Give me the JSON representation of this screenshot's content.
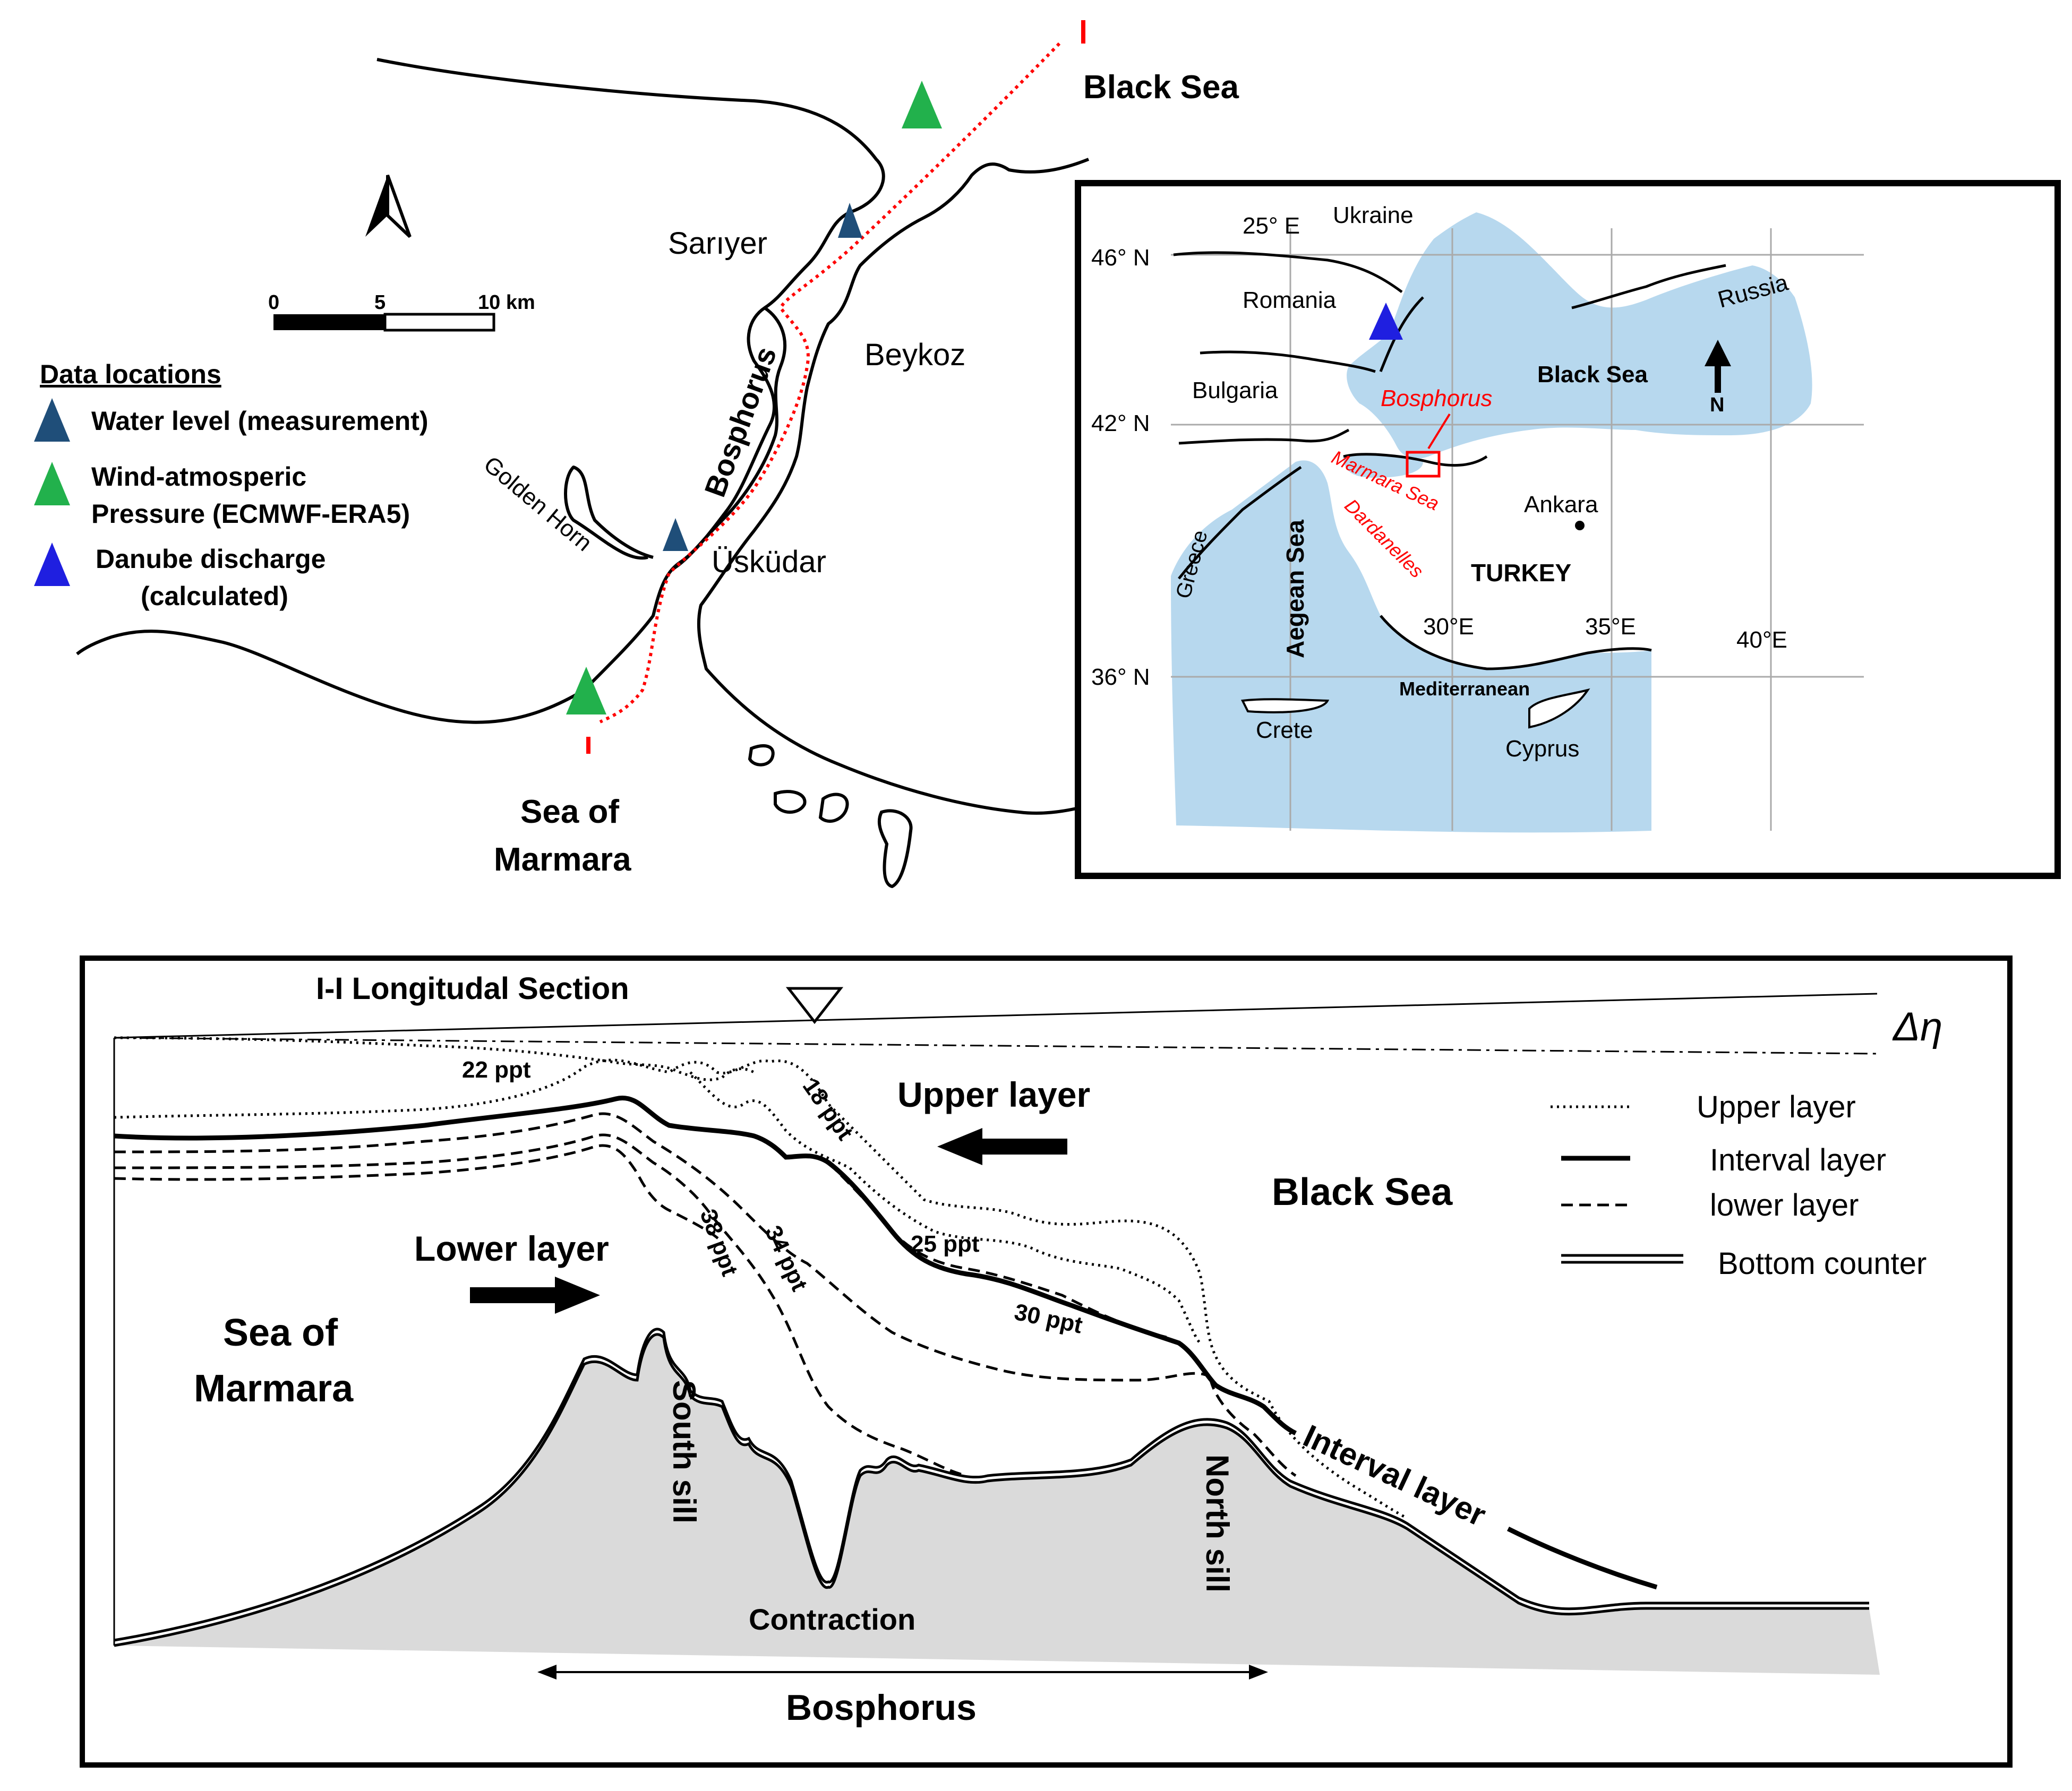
{
  "top_map": {
    "black_sea": "Black Sea",
    "sea_of_marmara_1": "Sea of",
    "sea_of_marmara_2": "Marmara",
    "sariyer": "Sarıyer",
    "beykoz": "Beykoz",
    "uskudar": "Üsküdar",
    "golden_horn": "Golden Horn",
    "bosphorus": "Bosphorus",
    "section_mark_top": "I",
    "section_mark_bottom": "I",
    "scale": {
      "t0": "0",
      "t5": "5",
      "t10": "10 km"
    },
    "legend": {
      "title": "Data locations",
      "water_level": "Water level (measurement)",
      "wind_1": "Wind-atmosperic",
      "wind_2": "Pressure (ECMWF-ERA5)",
      "danube_1": "Danube discharge",
      "danube_2": "(calculated)"
    },
    "colors": {
      "water_level": "#1f4e79",
      "wind": "#22b14c",
      "danube": "#1f1fe0",
      "section": "#ff0000"
    }
  },
  "inset_map": {
    "lat_46": "46° N",
    "lat_42": "42° N",
    "lat_36": "36° N",
    "lon_25": "25° E",
    "lon_30": "30°E",
    "lon_35": "35°E",
    "lon_40": "40°E",
    "ukraine": "Ukraine",
    "romania": "Romania",
    "russia": "Russia",
    "bulgaria": "Bulgaria",
    "black_sea": "Black Sea",
    "bosphorus": "Bosphorus",
    "marmara_sea": "Marmara Sea",
    "dardanelles": "Dardanelles",
    "ankara": "Ankara",
    "turkey": "TURKEY",
    "greece": "Greece",
    "aegean_sea": "Aegean Sea",
    "mediterranean": "Mediterranean",
    "crete": "Crete",
    "cyprus": "Cyprus",
    "north": "N",
    "colors": {
      "sea": "#b7d8ee",
      "grid": "#aaaaaa"
    }
  },
  "section": {
    "title": "I-I Longitudal Section",
    "delta_eta": "Δη",
    "upper_layer_label": "Upper layer",
    "lower_layer_label": "Lower layer",
    "black_sea": "Black Sea",
    "sea_of_marmara_1": "Sea of",
    "sea_of_marmara_2": "Marmara",
    "ppt_22": "22 ppt",
    "ppt_18": "18 ppt",
    "ppt_25": "25 ppt",
    "ppt_30": "30 ppt",
    "ppt_38": "38 ppt",
    "ppt_34": "34 ppt",
    "south_sill": "South sill",
    "north_sill": "North sill",
    "contraction": "Contraction",
    "interval_layer": "Interval layer",
    "bosphorus": "Bosphorus",
    "legend": {
      "upper": "Upper layer",
      "interval": "Interval layer",
      "lower": "lower layer",
      "bottom": "Bottom counter"
    },
    "colors": {
      "bed": "#dadada"
    }
  }
}
